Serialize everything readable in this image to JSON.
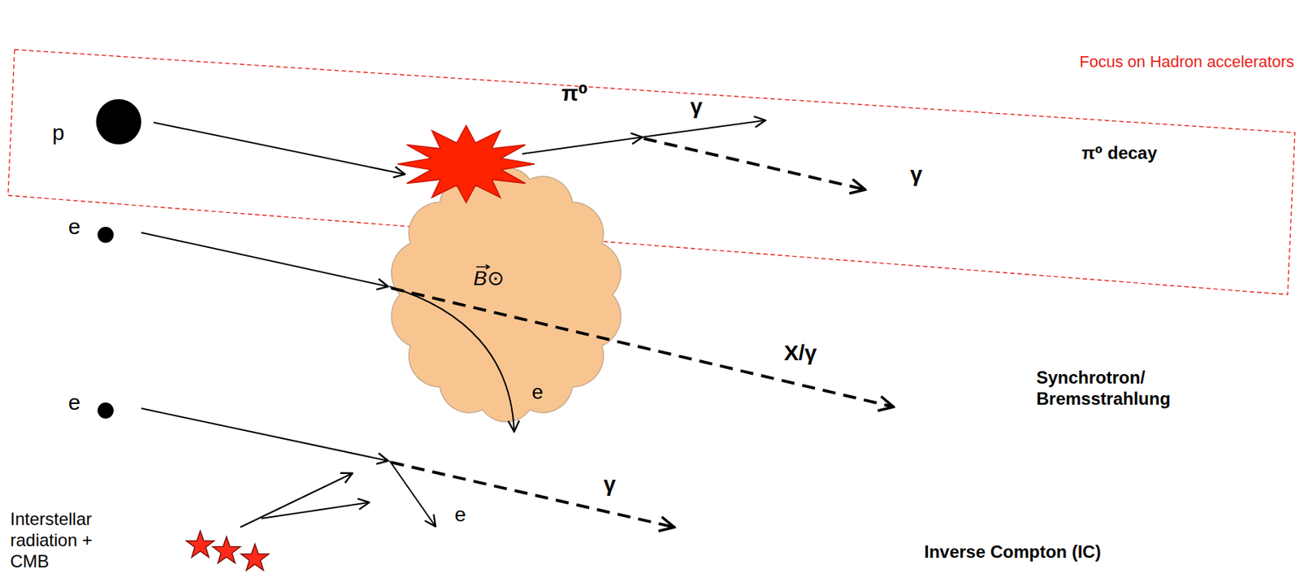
{
  "diagram": {
    "nodes": [
      {
        "text": [
          "Focus on Hadron accelerators"
        ]
      },
      {
        "text": [
          "B⊙"
        ]
      }
    ],
    "labels": [
      "p",
      "π⁰",
      "γ",
      "γ",
      "π⁰ decay",
      "e",
      "X/γ",
      "e",
      "Synchrotron/ Bremsstrahlung",
      "e",
      "γ",
      "e",
      "Interstellar radiation + CMB",
      "Inverse Compton (IC)"
    ]
  }
}
